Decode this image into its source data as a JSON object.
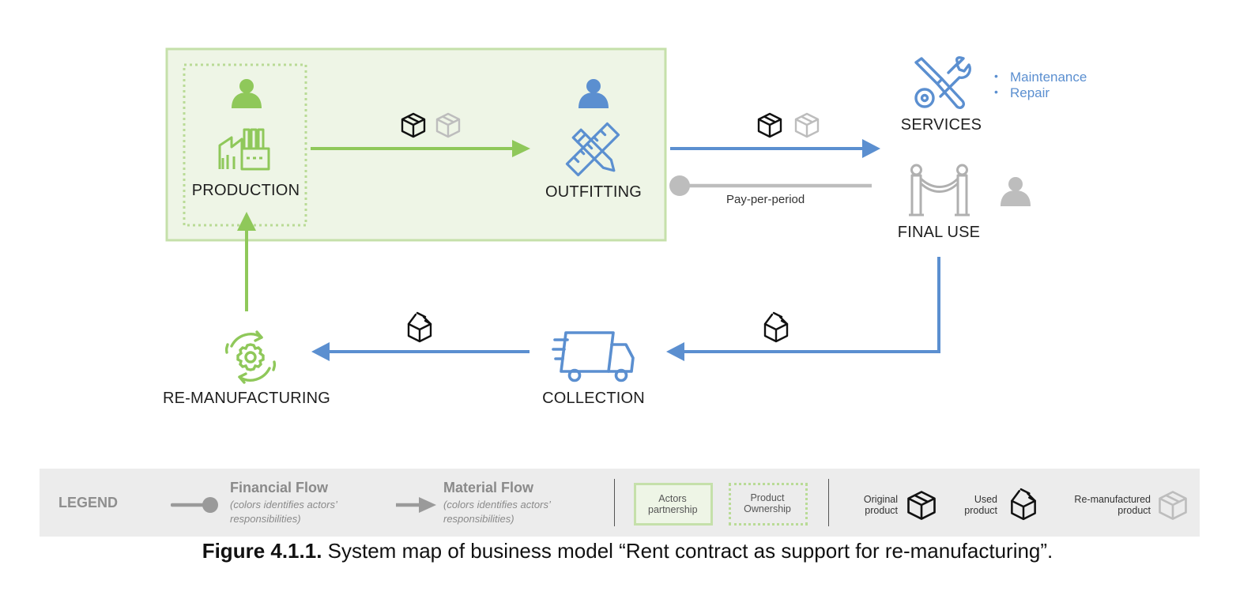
{
  "nodes": {
    "production": "PRODUCTION",
    "outfitting": "OUTFITTING",
    "services": "SERVICES",
    "final_use": "FINAL USE",
    "re_manufacturing": "RE-MANUFACTURING",
    "collection": "COLLECTION"
  },
  "services_items": [
    "Maintenance",
    "Repair"
  ],
  "financial_flow_label": "Pay-per-period",
  "legend": {
    "title": "LEGEND",
    "financial_flow": {
      "name": "Financial Flow",
      "note": "(colors identifies actors’ responsibilities)"
    },
    "material_flow": {
      "name": "Material Flow",
      "note": "(colors identifies actors’ responsibilities)"
    },
    "actors_partnership": "Actors partnership",
    "product_ownership": "Product Ownership",
    "original_product": "Original product",
    "used_product": "Used product",
    "remanufactured_product": "Re-manufactured product"
  },
  "caption": {
    "number": "Figure 4.1.1.",
    "text": " System map of business model “Rent contract as support for re-manufacturing”."
  },
  "colors": {
    "green": "#8fc85a",
    "green_fill": "#eef5e6",
    "green_border": "#c5e0aa",
    "blue": "#5b8fd0",
    "gray": "#b8b8b8",
    "legend_bg": "#ececec"
  },
  "icons": [
    "person-icon",
    "factory-icon",
    "tools-ruler-pencil-icon",
    "wrench-screwdriver-icon",
    "stanchion-rope-icon",
    "recycle-gear-icon",
    "delivery-truck-icon",
    "original-product-box-icon",
    "used-product-box-icon",
    "remanufactured-product-box-icon"
  ]
}
